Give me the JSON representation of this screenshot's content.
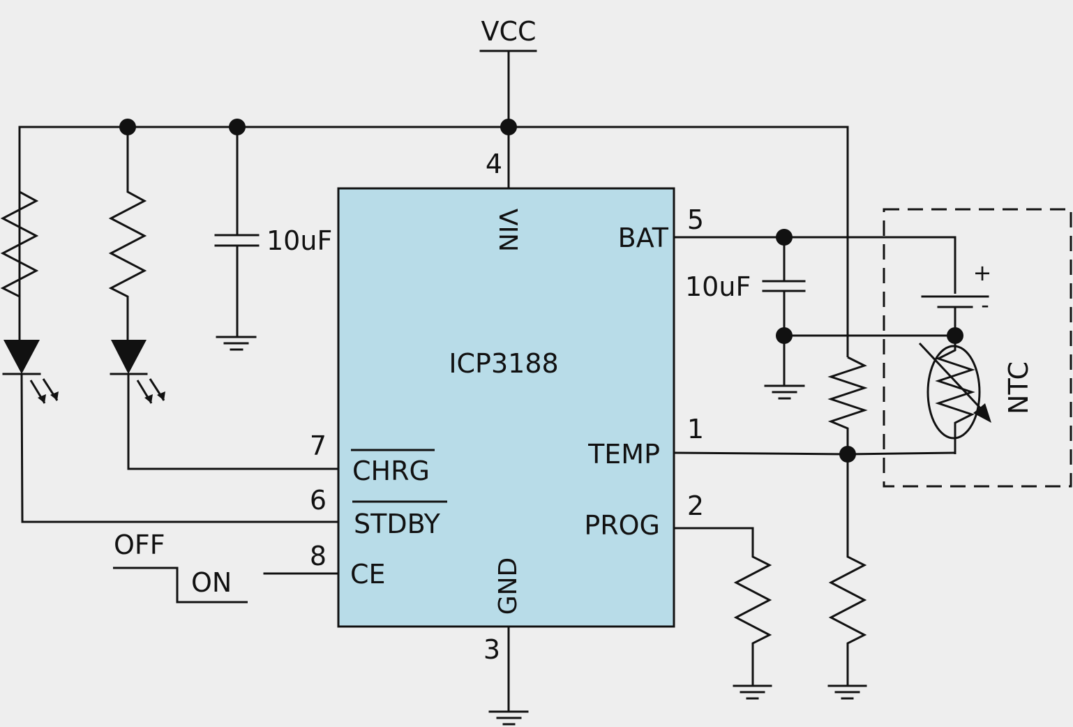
{
  "colors": {
    "background": "#eeeeee",
    "chip_fill": "#b8dce8",
    "ink": "#111111"
  },
  "labels": {
    "vcc": "VCC",
    "chip_name": "ICP3188",
    "cap_vcc": "10uF",
    "cap_bat": "10uF",
    "ntc": "NTC",
    "battery_plus": "+",
    "battery_minus": "-",
    "switch_off": "OFF",
    "switch_on": "ON"
  },
  "pins": {
    "vin": {
      "number": "4",
      "name": "VIN"
    },
    "bat": {
      "number": "5",
      "name": "BAT"
    },
    "temp": {
      "number": "1",
      "name": "TEMP"
    },
    "prog": {
      "number": "2",
      "name": "PROG"
    },
    "gnd": {
      "number": "3",
      "name": "GND"
    },
    "chrg": {
      "number": "7",
      "name": "CHRG"
    },
    "stdby": {
      "number": "6",
      "name": "STDBY"
    },
    "ce": {
      "number": "8",
      "name": "CE"
    }
  }
}
